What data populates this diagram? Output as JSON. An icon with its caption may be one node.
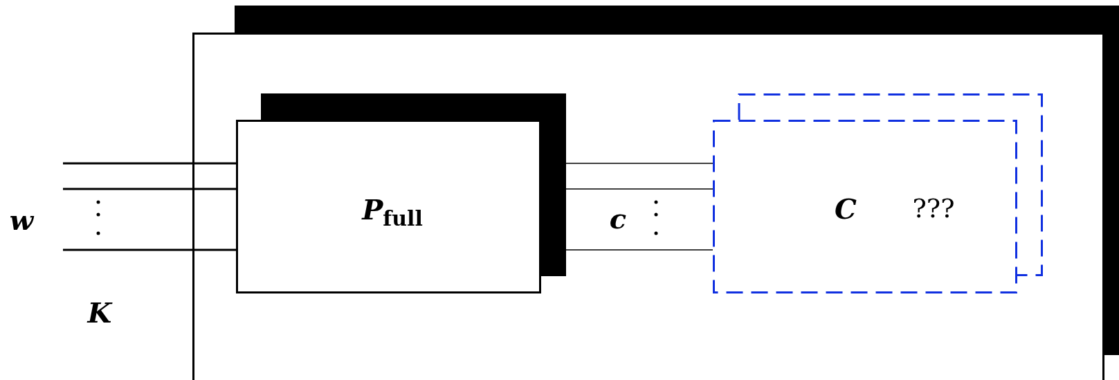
{
  "diagram": {
    "nodes": [
      {
        "text": [],
        "shape": "box"
      },
      {
        "text": [
          "P$_{full}$"
        ],
        "in": 0
      },
      {
        "text": [
          "C",
          "???"
        ],
        "in": 0
      }
    ],
    "edges": [
      {
        "from": null,
        "to": 1,
        "arrow": "none"
      },
      {
        "from": null,
        "to": 1,
        "arrow": "none"
      },
      {
        "from": null,
        "to": 1,
        "arrow": "none"
      },
      {
        "from": 1,
        "to": 2,
        "arrow": "none"
      },
      {
        "from": 1,
        "to": 2,
        "arrow": "none"
      },
      {
        "from": 1,
        "to": 2,
        "arrow": "none"
      }
    ],
    "labels": [
      "w",
      "K",
      "c"
    ]
  }
}
